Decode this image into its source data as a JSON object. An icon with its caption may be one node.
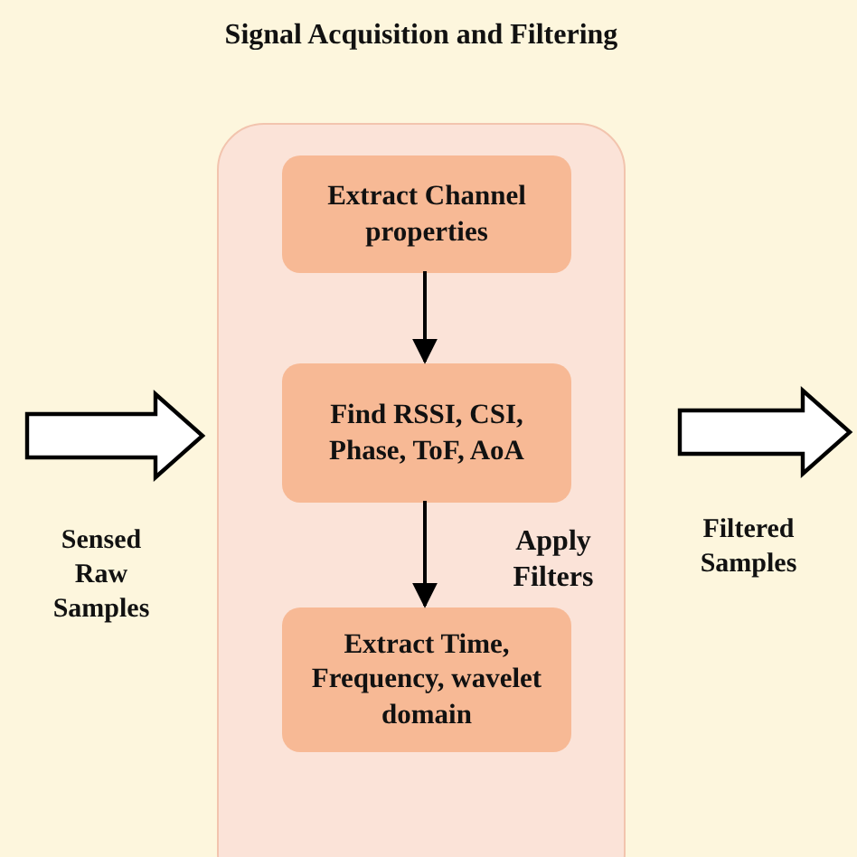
{
  "diagram": {
    "nodes": [
      {
        "text": [
          "Signal Acquisition and Filtering"
        ]
      },
      {
        "text": [
          "Extract Channel properties"
        ],
        "in": 0
      },
      {
        "text": [
          "Find RSSI, CSI, Phase, ToF, AoA"
        ],
        "in": 0
      },
      {
        "text": [
          "Extract Time, Frequency, wavelet domain"
        ],
        "in": 0
      }
    ],
    "edges": [
      {
        "from": 1,
        "to": 2,
        "arrow": "to"
      },
      {
        "from": 2,
        "to": 3,
        "arrow": "to",
        "label": "Apply Filters"
      },
      {
        "from": null,
        "to": 0,
        "arrow": "to",
        "style": "thick"
      },
      {
        "from": 0,
        "to": null,
        "arrow": "to",
        "style": "thick"
      }
    ],
    "labels": [
      "Sensed Raw Samples",
      "Filtered Samples"
    ]
  }
}
